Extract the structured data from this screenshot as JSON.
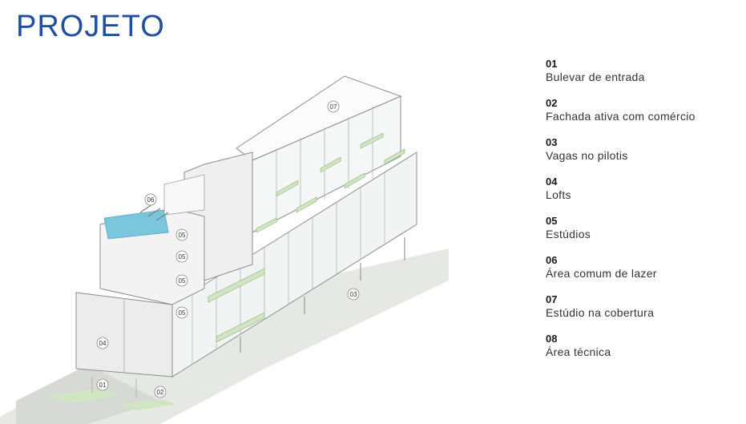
{
  "page": {
    "title": "PROJETO"
  },
  "legend": [
    {
      "num": "01",
      "label": "Bulevar de entrada"
    },
    {
      "num": "02",
      "label": "Fachada ativa com comércio"
    },
    {
      "num": "03",
      "label": "Vagas no pilotis"
    },
    {
      "num": "04",
      "label": "Lofts"
    },
    {
      "num": "05",
      "label": "Estúdios"
    },
    {
      "num": "06",
      "label": "Área comum de lazer"
    },
    {
      "num": "07",
      "label": "Estúdio na cobertura"
    },
    {
      "num": "08",
      "label": "Área técnica"
    }
  ],
  "markers": [
    "01",
    "02",
    "03",
    "04",
    "05",
    "05",
    "05",
    "05",
    "06",
    "07"
  ],
  "colors": {
    "title": "#1f4fa0",
    "ground": "#e4e7e2",
    "pool": "#7ac6dc",
    "balcony_green": "#cfe6c0"
  }
}
